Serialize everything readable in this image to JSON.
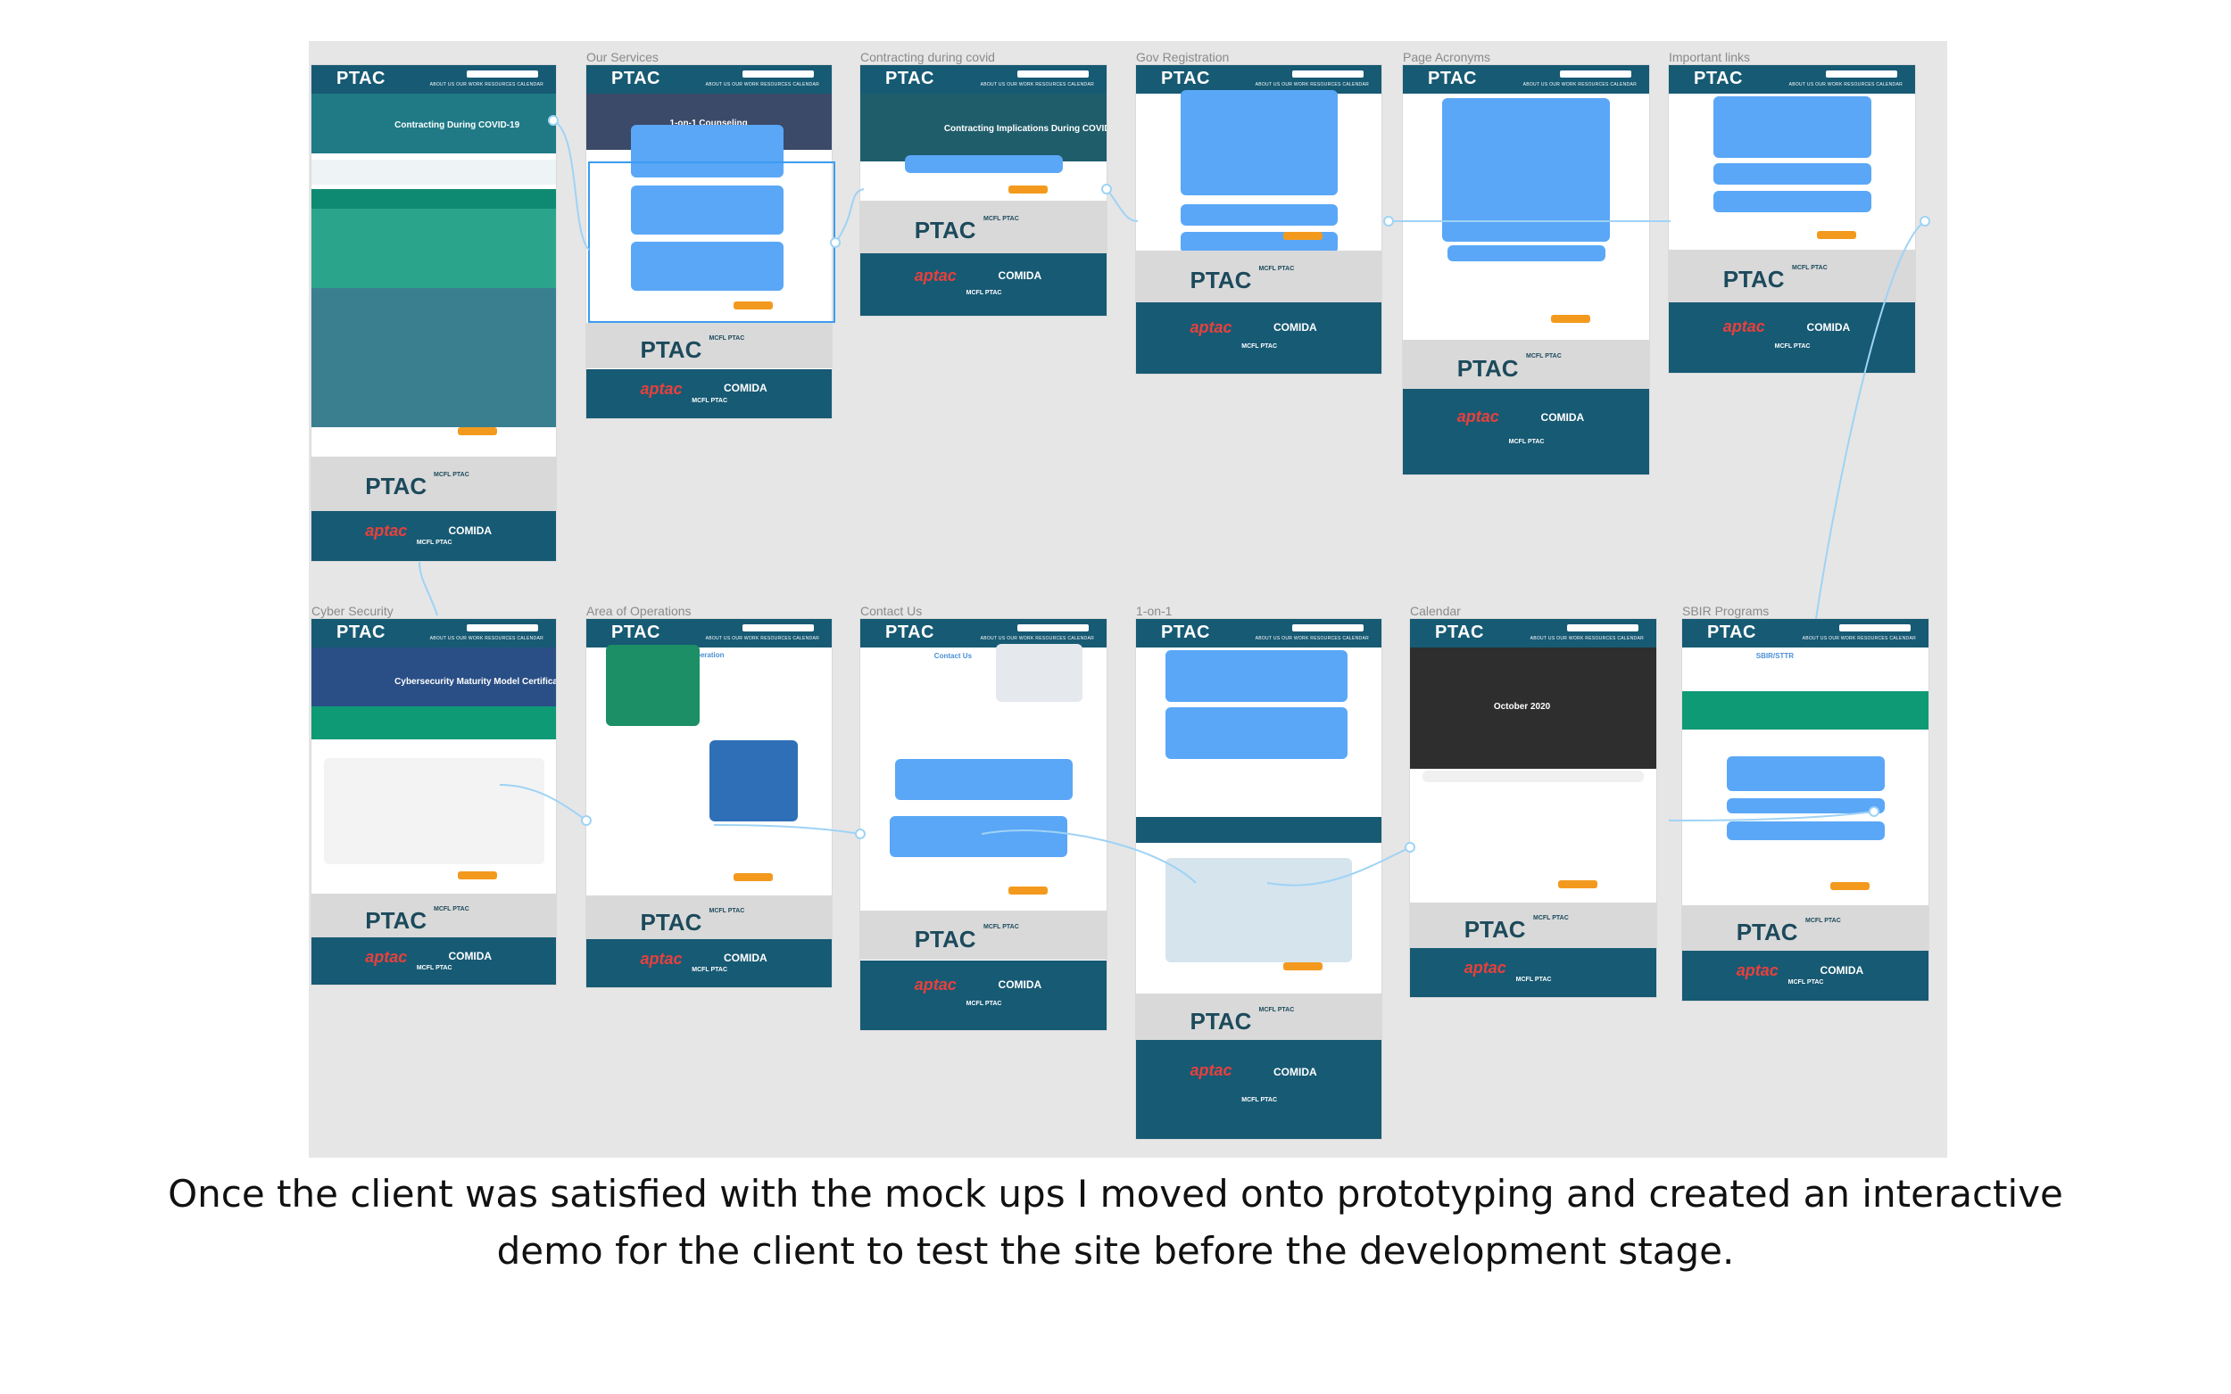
{
  "caption": {
    "line1": "Once the client was satisfied with the mock ups I moved onto prototyping and created an interactive",
    "line2": "demo for the client to test the site before the development stage."
  },
  "colors": {
    "header": "#175a74",
    "accent_orange": "#f39a1e",
    "accent_blue": "#5aa7f7",
    "footer_gray": "#d9d9d9",
    "canvas_bg": "#e6e6e6",
    "link_line": "#9fd3f5"
  },
  "frames": [
    {
      "label": "",
      "logo": "PTAC",
      "nav": "ABOUT US   OUR WORK   RESOURCES   CALENDAR",
      "hero_title": "Contracting During COVID-19",
      "footer_logo": "PTAC",
      "footer_name": "MCFL PTAC",
      "partner_left": "aptac",
      "partner_right": "COMIDA"
    },
    {
      "label": "Our Services",
      "logo": "PTAC",
      "nav": "ABOUT US   OUR WORK   RESOURCES   CALENDAR",
      "hero_title": "1-on-1 Counseling",
      "footer_logo": "PTAC",
      "footer_name": "MCFL PTAC",
      "partner_left": "aptac",
      "partner_right": "COMIDA"
    },
    {
      "label": "Contracting during covid",
      "logo": "PTAC",
      "nav": "ABOUT US   OUR WORK   RESOURCES   CALENDAR",
      "hero_title": "Contracting Implications During COVID-19",
      "footer_logo": "PTAC",
      "footer_name": "MCFL PTAC",
      "partner_left": "aptac",
      "partner_right": "COMIDA"
    },
    {
      "label": "Gov Registration",
      "logo": "PTAC",
      "nav": "ABOUT US   OUR WORK   RESOURCES   CALENDAR",
      "hero_title": "Government Registrations",
      "footer_logo": "PTAC",
      "footer_name": "MCFL PTAC",
      "partner_left": "aptac",
      "partner_right": "COMIDA"
    },
    {
      "label": "Page Acronyms",
      "logo": "PTAC",
      "nav": "ABOUT US   OUR WORK   RESOURCES   CALENDAR",
      "hero_title": "Acronyms",
      "footer_logo": "PTAC",
      "footer_name": "MCFL PTAC",
      "partner_left": "aptac",
      "partner_right": "COMIDA"
    },
    {
      "label": "Important links",
      "logo": "PTAC",
      "nav": "ABOUT US   OUR WORK   RESOURCES   CALENDAR",
      "hero_title": "Important Links",
      "footer_logo": "PTAC",
      "footer_name": "MCFL PTAC",
      "partner_left": "aptac",
      "partner_right": "COMIDA"
    },
    {
      "label": "Cyber Security",
      "logo": "PTAC",
      "nav": "ABOUT US   OUR WORK   RESOURCES   CALENDAR",
      "hero_title": "Cybersecurity Maturity Model Certificate",
      "footer_logo": "PTAC",
      "footer_name": "MCFL PTAC",
      "partner_left": "aptac",
      "partner_right": "COMIDA"
    },
    {
      "label": "Area of Operations",
      "logo": "PTAC",
      "nav": "ABOUT US   OUR WORK   RESOURCES   CALENDAR",
      "hero_title": "Areas of Operation",
      "footer_logo": "PTAC",
      "footer_name": "MCFL PTAC",
      "partner_left": "aptac",
      "partner_right": "COMIDA"
    },
    {
      "label": "Contact Us",
      "logo": "PTAC",
      "nav": "ABOUT US   OUR WORK   RESOURCES   CALENDAR",
      "hero_title": "Contact Us",
      "footer_logo": "PTAC",
      "footer_name": "MCFL PTAC",
      "partner_left": "aptac",
      "partner_right": "COMIDA"
    },
    {
      "label": "1-on-1",
      "logo": "PTAC",
      "nav": "ABOUT US   OUR WORK   RESOURCES   CALENDAR",
      "hero_title": "MEET YOUR COUNSELORS",
      "footer_logo": "PTAC",
      "footer_name": "MCFL PTAC",
      "partner_left": "aptac",
      "partner_right": "COMIDA"
    },
    {
      "label": "Calendar",
      "logo": "PTAC",
      "nav": "ABOUT US   OUR WORK   RESOURCES   CALENDAR",
      "hero_title": "October 2020",
      "footer_logo": "PTAC",
      "footer_name": "MCFL PTAC",
      "partner_left": "aptac",
      "partner_right": ""
    },
    {
      "label": "SBIR Programs",
      "logo": "PTAC",
      "nav": "ABOUT US   OUR WORK   RESOURCES   CALENDAR",
      "hero_title": "SBIR/STTR",
      "footer_logo": "PTAC",
      "footer_name": "MCFL PTAC",
      "partner_left": "aptac",
      "partner_right": "COMIDA"
    }
  ]
}
